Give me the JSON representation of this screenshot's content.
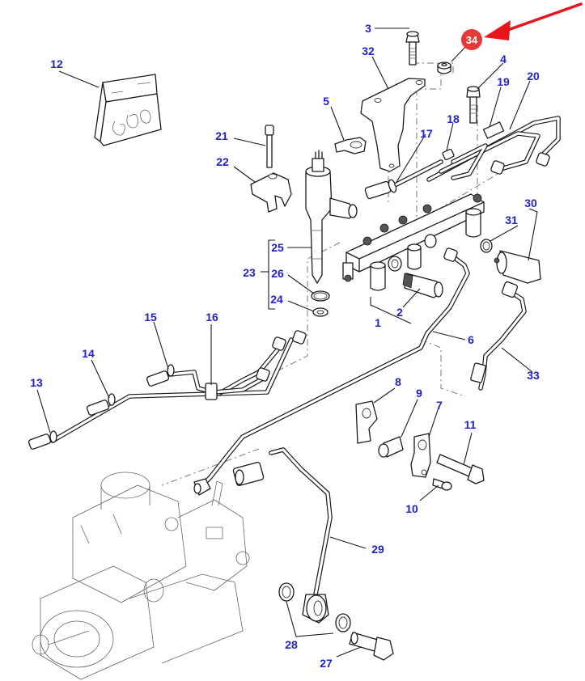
{
  "diagram": {
    "title": "Fuel injection system exploded parts diagram",
    "label_color": "#2222cc",
    "highlight": {
      "part_number": "34",
      "badge_color": "#e53935",
      "arrow_color": "#e8141c"
    },
    "callouts": [
      {
        "id": "1",
        "text": "1"
      },
      {
        "id": "2",
        "text": "2"
      },
      {
        "id": "3",
        "text": "3"
      },
      {
        "id": "4",
        "text": "4"
      },
      {
        "id": "5",
        "text": "5"
      },
      {
        "id": "6",
        "text": "6"
      },
      {
        "id": "7",
        "text": "7"
      },
      {
        "id": "8",
        "text": "8"
      },
      {
        "id": "9",
        "text": "9"
      },
      {
        "id": "10",
        "text": "10"
      },
      {
        "id": "11",
        "text": "11"
      },
      {
        "id": "12",
        "text": "12"
      },
      {
        "id": "13",
        "text": "13"
      },
      {
        "id": "14",
        "text": "14"
      },
      {
        "id": "15",
        "text": "15"
      },
      {
        "id": "16",
        "text": "16"
      },
      {
        "id": "17",
        "text": "17"
      },
      {
        "id": "18",
        "text": "18"
      },
      {
        "id": "19",
        "text": "19"
      },
      {
        "id": "20",
        "text": "20"
      },
      {
        "id": "21",
        "text": "21"
      },
      {
        "id": "22",
        "text": "22"
      },
      {
        "id": "23",
        "text": "23"
      },
      {
        "id": "24",
        "text": "24"
      },
      {
        "id": "25",
        "text": "25"
      },
      {
        "id": "26",
        "text": "26"
      },
      {
        "id": "27",
        "text": "27"
      },
      {
        "id": "28",
        "text": "28"
      },
      {
        "id": "29",
        "text": "29"
      },
      {
        "id": "30",
        "text": "30"
      },
      {
        "id": "31",
        "text": "31"
      },
      {
        "id": "32",
        "text": "32"
      },
      {
        "id": "33",
        "text": "33"
      }
    ]
  }
}
